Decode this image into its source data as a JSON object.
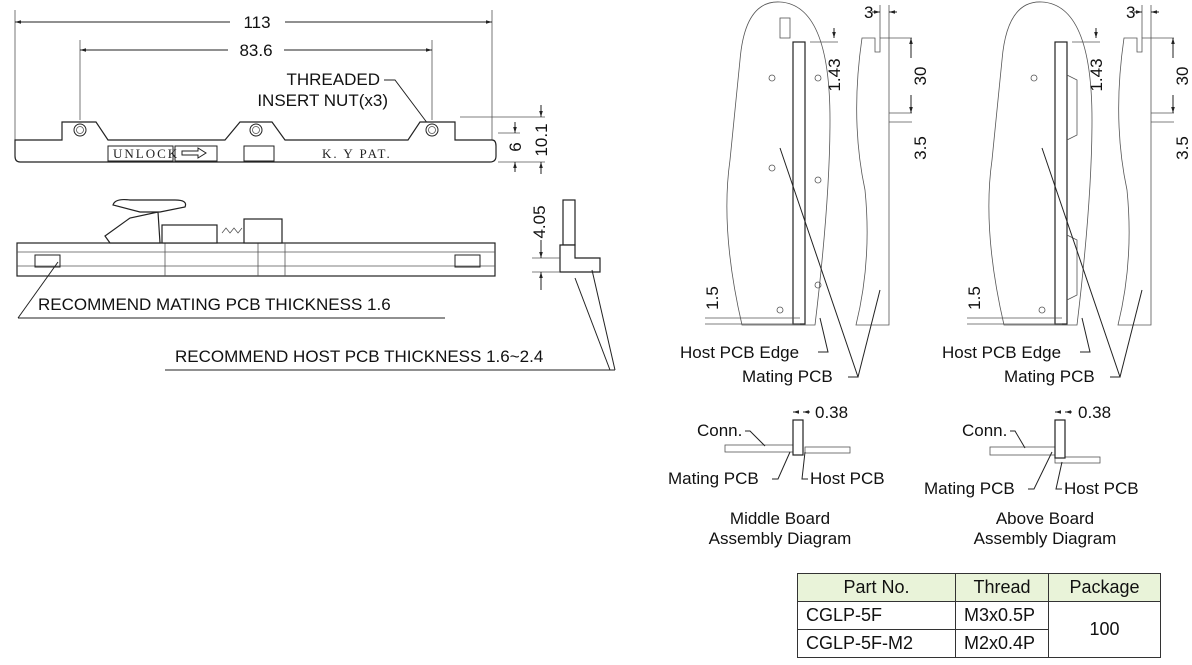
{
  "top_view": {
    "dim_overall": "113",
    "dim_holes": "83.6",
    "callout_line1": "THREADED",
    "callout_line2": "INSERT  NUT(x3)",
    "dim_height_inner": "6",
    "dim_height_outer": "10.1",
    "label_unlock": "UNLOCK",
    "label_mark": "K. Y  PAT."
  },
  "side_view": {
    "dim_height": "4.05",
    "note_mating": "RECOMMEND MATING PCB THICKNESS 1.6",
    "note_host": "RECOMMEND HOST PCB THICKNESS 1.6~2.4"
  },
  "install_views": [
    {
      "dim_gap": "3",
      "dim_offset": "1.43",
      "dim_length": "30",
      "dim_step": "3.5",
      "dim_edge": "1.5",
      "label_host_edge": "Host PCB Edge",
      "label_mating": "Mating PCB"
    },
    {
      "dim_gap": "3",
      "dim_offset": "1.43",
      "dim_length": "30",
      "dim_step": "3.5",
      "dim_edge": "1.5",
      "label_host_edge": "Host PCB Edge",
      "label_mating": "Mating PCB"
    }
  ],
  "assembly": [
    {
      "dim": "0.38",
      "label_conn": "Conn.",
      "label_mating": "Mating PCB",
      "label_host": "Host PCB",
      "title_line1": "Middle  Board",
      "title_line2": "Assembly  Diagram"
    },
    {
      "dim": "0.38",
      "label_conn": "Conn.",
      "label_mating": "Mating PCB",
      "label_host": "Host PCB",
      "title_line1": "Above  Board",
      "title_line2": "Assembly  Diagram"
    }
  ],
  "spec_table": {
    "headers": [
      "Part No.",
      "Thread",
      "Package"
    ],
    "rows": [
      {
        "part": "CGLP-5F",
        "thread": "M3x0.5P"
      },
      {
        "part": "CGLP-5F-M2",
        "thread": "M2x0.4P"
      }
    ],
    "package": "100",
    "header_color": "#e9f3d9"
  }
}
